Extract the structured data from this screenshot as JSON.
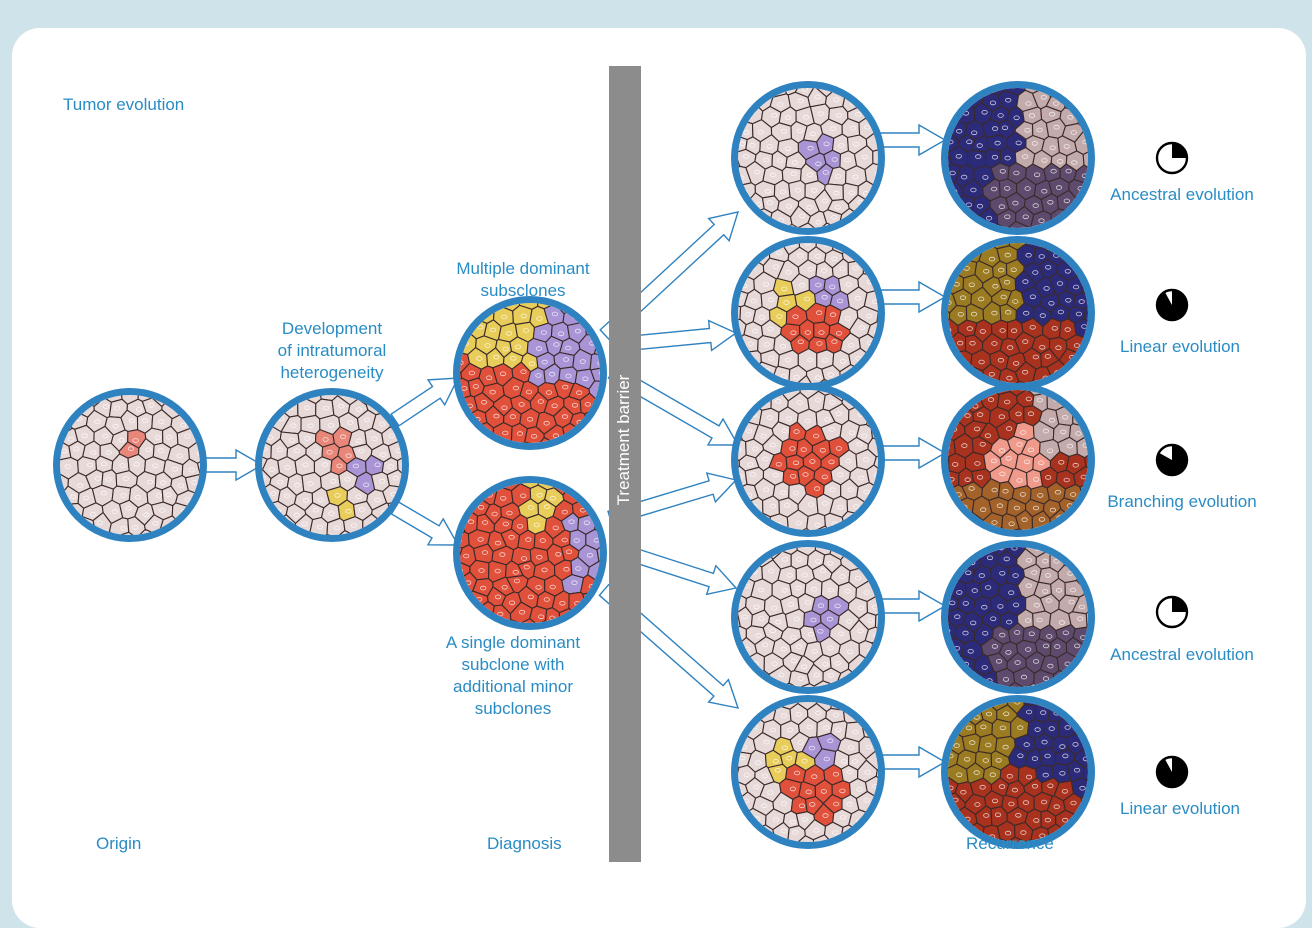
{
  "title": "Tumor evolution",
  "stages": {
    "origin": "Origin",
    "diagnosis": "Diagnosis",
    "recurrence": "Recurrence"
  },
  "barrier": "Treatment barrier",
  "labels": {
    "development": [
      "Development",
      "of intratumoral",
      "heterogeneity"
    ],
    "multiple": [
      "Multiple dominant",
      "subsclones"
    ],
    "single": [
      "A single dominant",
      "subclone with",
      "additional minor",
      "subclones"
    ]
  },
  "outcomes": [
    "Ancestral evolution",
    "Linear evolution",
    "Branching evolution",
    "Ancestral evolution",
    "Linear evolution"
  ],
  "pie_fractions": [
    0.25,
    0.92,
    0.83,
    0.25,
    0.92
  ],
  "colors": {
    "accent": "#2a8cc4",
    "ring": "#2f82c0",
    "normal": "#e8d9d9",
    "pink": "#e8867a",
    "yellow": "#e8cd5a",
    "lavender": "#a995d6",
    "red": "#e0503a",
    "darkyellow": "#9a7b22",
    "navy": "#2c2b7a",
    "mauve": "#c4abab",
    "darkmauve": "#5e4a6c",
    "darkred": "#a8321e",
    "salmon": "#f09a8c",
    "brown": "#a3622a",
    "barrier": "#8c8c8c"
  }
}
